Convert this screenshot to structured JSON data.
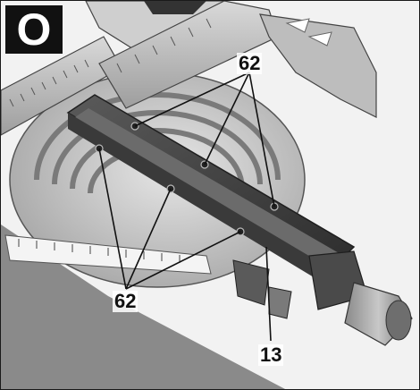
{
  "figure": {
    "label": "O",
    "callouts": {
      "top": "62",
      "bottom_left": "62",
      "bottom_right": "13"
    }
  }
}
